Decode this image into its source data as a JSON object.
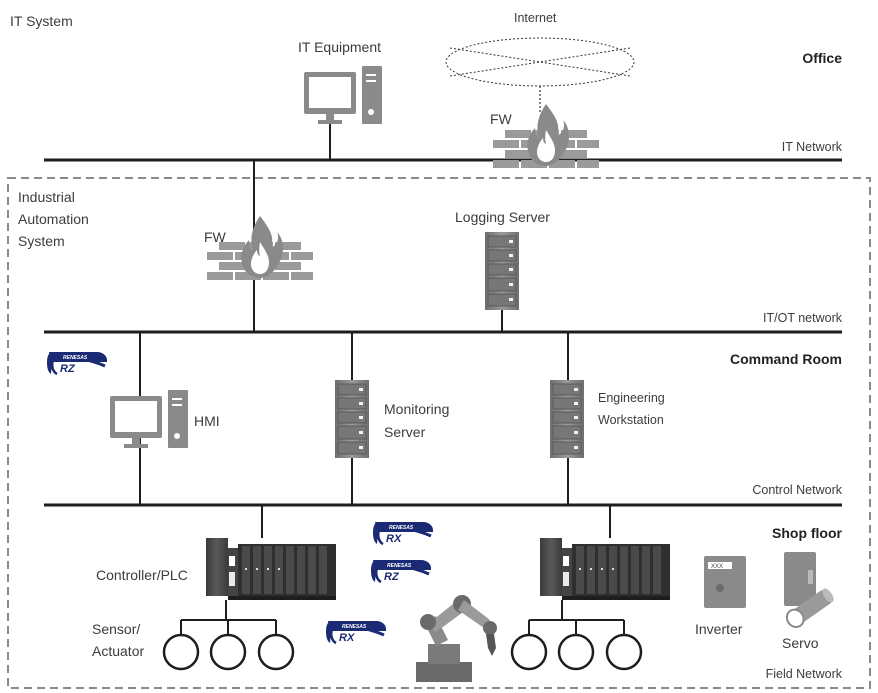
{
  "labels": {
    "it_system": "IT System",
    "internet": "Internet",
    "it_equipment": "IT Equipment",
    "office": "Office",
    "fw_top": "FW",
    "it_network": "IT Network",
    "ias_line1": "Industrial",
    "ias_line2": "Automation",
    "ias_line3": "System",
    "fw_mid": "FW",
    "logging_server": "Logging Server",
    "it_ot_network": "IT/OT network",
    "command_room": "Command Room",
    "hmi": "HMI",
    "monitoring_line1": "Monitoring",
    "monitoring_line2": "Server",
    "engineering_line1": "Engineering",
    "engineering_line2": "Workstation",
    "control_network": "Control Network",
    "shop_floor": "Shop floor",
    "controller_plc": "Controller/PLC",
    "sensor_line1": "Sensor/",
    "sensor_line2": "Actuator",
    "inverter": "Inverter",
    "servo": "Servo",
    "field_network": "Field Network"
  },
  "badges": {
    "brand": "RENESAS",
    "rz": "RZ",
    "rx": "RX"
  },
  "inverter_display": "XXX",
  "colors": {
    "bus": "#1e1e1e",
    "device_gray": "#8a8a8a",
    "device_dark": "#5c5c5c",
    "brick": "#9a9a9a",
    "flame": "#ffffff",
    "badge_navy": "#1b2a74"
  },
  "icons": [
    "monitor-icon",
    "pc-tower-icon",
    "firewall-icon",
    "server-rack-icon",
    "plc-rack-icon",
    "robot-arm-icon",
    "inverter-icon",
    "servo-motor-icon",
    "cloud-icon",
    "renesas-badge-icon"
  ]
}
